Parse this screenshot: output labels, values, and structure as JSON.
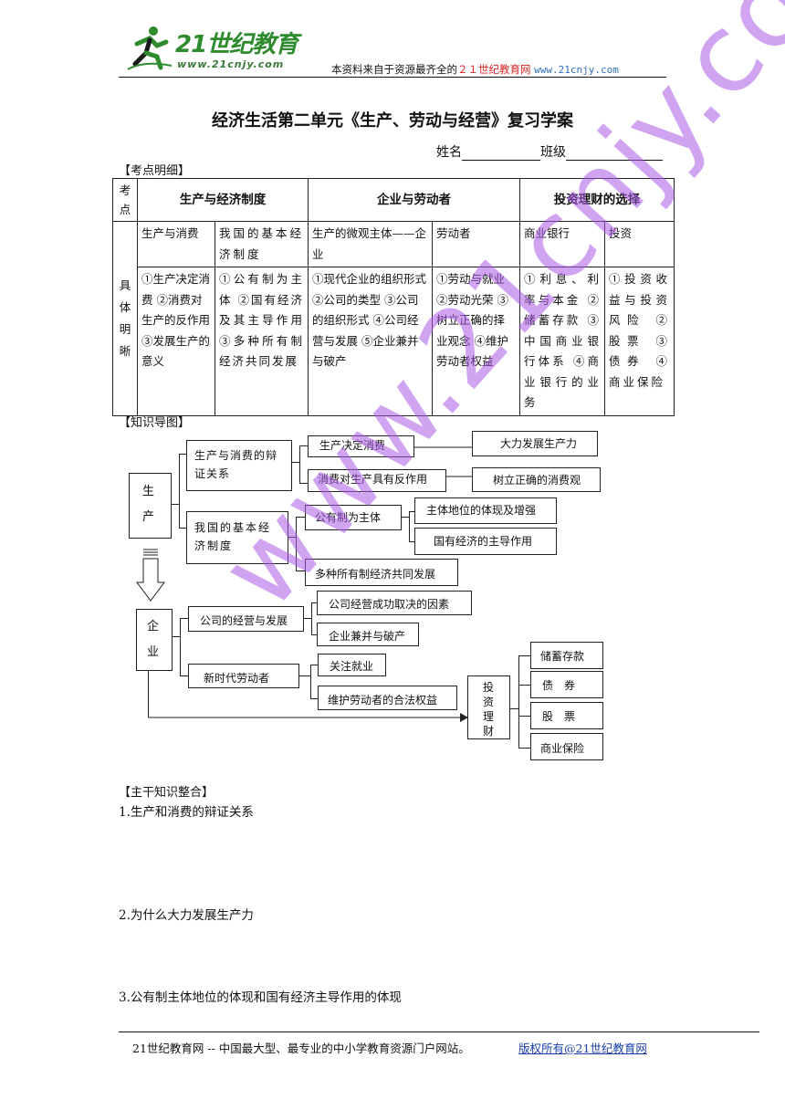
{
  "header": {
    "logo_main": "21世纪教育",
    "logo_url": "www.21cnjy.com",
    "note_prefix": "本资料来自于资源最齐全的",
    "note_site": "２１世纪教育网",
    "note_url": "www.21cnjy.com"
  },
  "title": "经济生活第二单元《生产、劳动与经营》复习学案",
  "name_label": "姓名",
  "class_label": "班级",
  "section_kaodian": "【考点明细】",
  "table": {
    "corner": [
      "考",
      "点"
    ],
    "side": [
      "具",
      "体",
      "明",
      "晰"
    ],
    "headers": [
      "生产与经济制度",
      "企业与劳动者",
      "投资理财的选择"
    ],
    "sub": [
      "生产与消费",
      "我国的基本经济制度",
      "生产的微观主体——企业",
      "劳动者",
      "商业银行",
      "投资"
    ],
    "details": [
      "①生产决定消费 ②消费对生产的反作用 ③发展生产的意义",
      "①公有制为主体 ②国有经济及其主导作用 ③多种所有制经济共同发展",
      "①现代企业的组织形式 ②公司的类型 ③公司的组织形式 ④公司经营与发展 ⑤企业兼并与破产",
      "①劳动与就业 ②劳动光荣 ③树立正确的择业观念 ④维护劳动者权益",
      "①利息、利率与本金 ②储蓄存款 ③中国商业银行体系 ④商业银行的业务",
      "①投资收益与投资风险 ②股票 ③债券 ④商业保险"
    ]
  },
  "section_daotu": "【知识导图】",
  "map": {
    "sheng": "生",
    "chan": "产",
    "qi": "企",
    "ye": "业",
    "b_dialectic": "生产与消费的辩证关系",
    "b_basic": "我国的基本经济制度",
    "b_decide": "生产决定消费",
    "b_react": "消费对生产具有反作用",
    "b_develop": "大力发展生产力",
    "b_consume_view": "树立正确的消费观",
    "b_public": "公有制为主体",
    "b_status": "主体地位的体现及增强",
    "b_state": "国有经济的主导作用",
    "b_multi": "多种所有制经济共同发展",
    "b_company": "公司的经营与发展",
    "b_success": "公司经营成功取决的因素",
    "b_merge": "企业兼并与破产",
    "b_newera": "新时代劳动者",
    "b_job": "关注就业",
    "b_rights": "维护劳动者的合法权益",
    "b_invest": [
      "投",
      "资",
      "理",
      "财"
    ],
    "b_savings": "储蓄存款",
    "b_bond": "债　券",
    "b_stock": "股　票",
    "b_insurance": "商业保险"
  },
  "watermark": "www.21cnjy.com",
  "section_zhugan": "【主干知识整合】",
  "questions": [
    "1.生产和消费的辩证关系",
    "2.为什么大力发展生产力",
    "3.公有制主体地位的体现和国有经济主导作用的体现"
  ],
  "footer": {
    "left": "21世纪教育网 -- 中国最大型、最专业的中小学教育资源门户网站。",
    "right": "版权所有@21世纪教育网"
  }
}
